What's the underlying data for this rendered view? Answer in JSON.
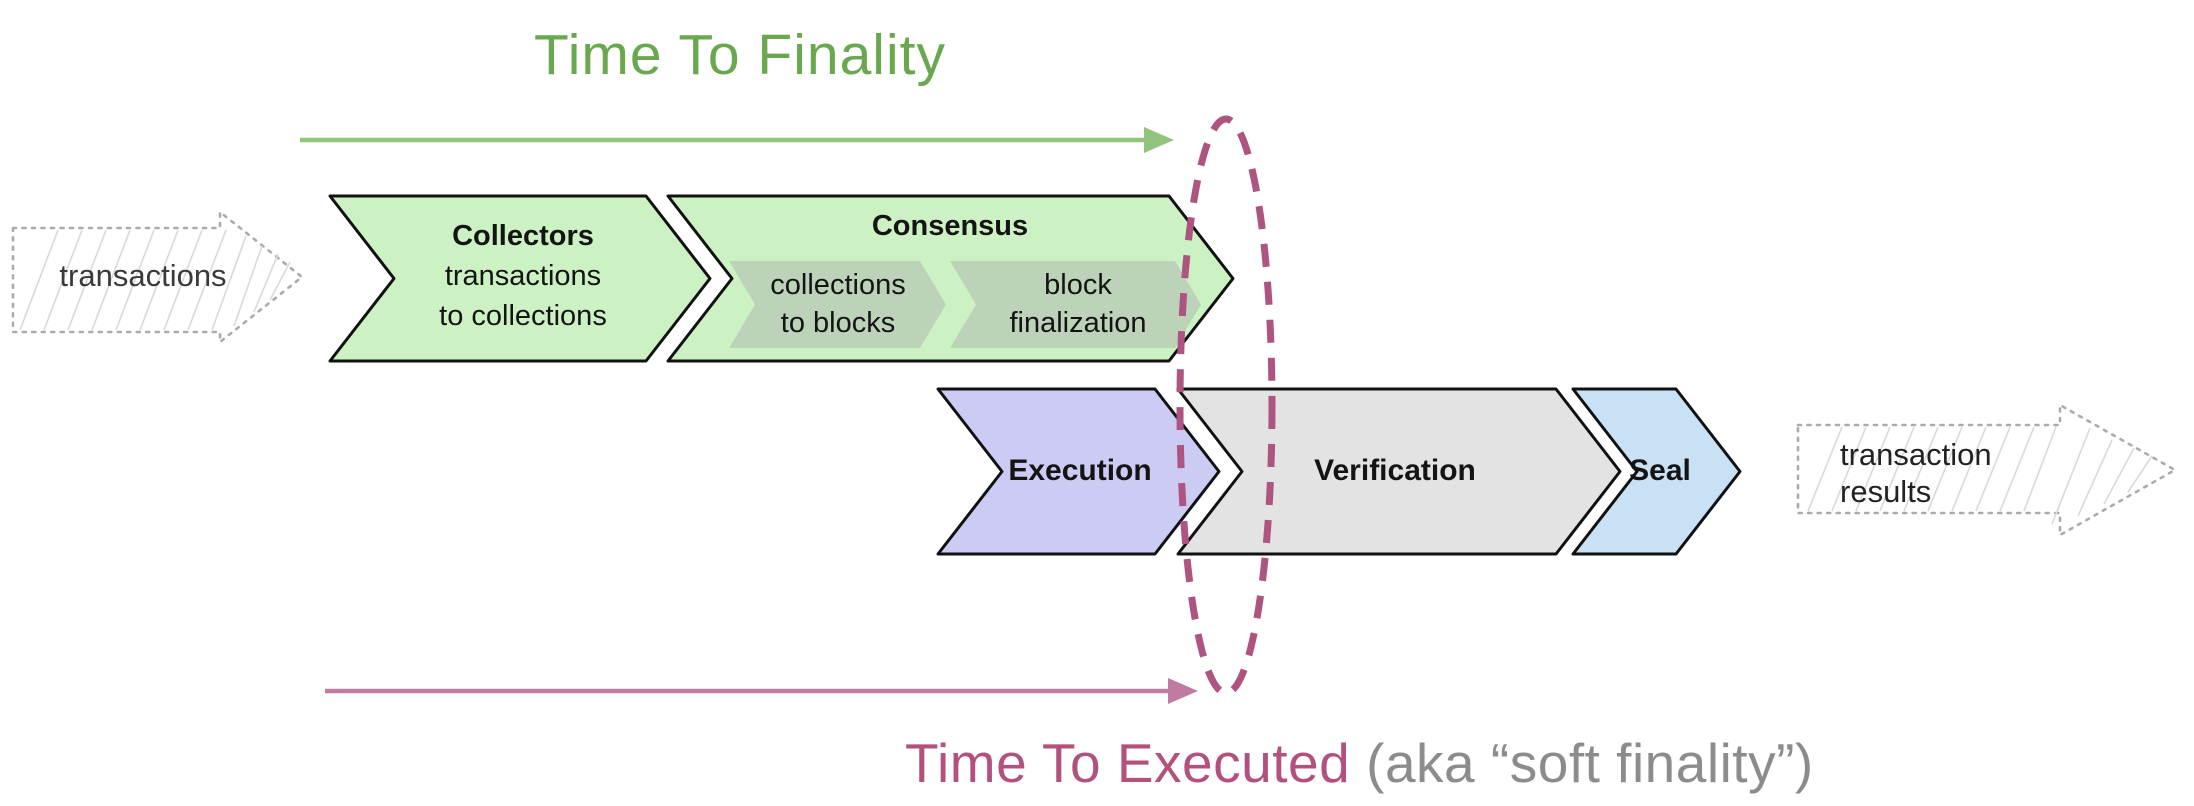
{
  "header": {
    "finality_title": "Time To Finality"
  },
  "footer": {
    "executed_title": "Time To Executed",
    "executed_note": "(aka “soft finality”)"
  },
  "io": {
    "input": "transactions",
    "output": [
      "transaction",
      "results"
    ]
  },
  "stages": {
    "collectors": {
      "title": "Collectors",
      "line1": "transactions",
      "line2": "to collections"
    },
    "consensus": {
      "title": "Consensus",
      "sub1": {
        "line1": "collections",
        "line2": "to blocks"
      },
      "sub2": {
        "line1": "block",
        "line2": "finalization"
      }
    },
    "execution": {
      "title": "Execution"
    },
    "verification": {
      "title": "Verification"
    },
    "seal": {
      "title": "Seal"
    }
  },
  "colors": {
    "green_title": "#69A84F",
    "green_arrow": "#93C47D",
    "mint": "#CCF2C4",
    "sage": "#BDD3B9",
    "lavender": "#CBCBF3",
    "gray": "#E3E3E3",
    "blue": "#C8E1F5",
    "rose_title": "#B3517E",
    "pink_arrow": "#C17BA2",
    "ellipse": "#AE5480",
    "sketch": "#ABABAB"
  }
}
